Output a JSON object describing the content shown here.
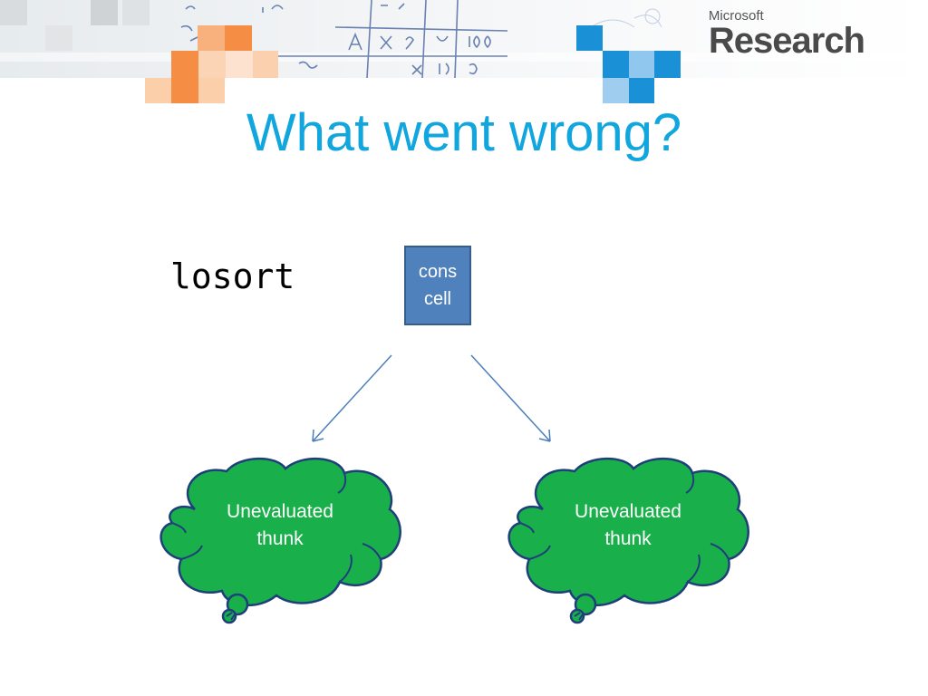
{
  "slide": {
    "title": "What went wrong?",
    "code_label": "losort",
    "cons_cell": "cons\ncell",
    "clouds": [
      {
        "text": "Unevaluated\nthunk"
      },
      {
        "text": "Unevaluated\nthunk"
      }
    ]
  },
  "logo": {
    "company": "Microsoft",
    "division": "Research"
  },
  "colors": {
    "title": "#12a6df",
    "cons_cell_fill": "#4f81bd",
    "cloud_fill": "#19b04b",
    "cloud_outline": "#1f3f7a",
    "arrow": "#4a7ebb",
    "banner_orange": "#f58d45",
    "banner_blue": "#1a91d6"
  }
}
